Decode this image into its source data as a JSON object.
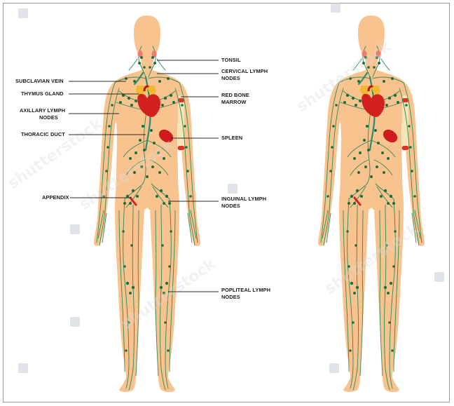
{
  "labels": {
    "tonsil": "TONSIL",
    "cervical": [
      "CERVICAL LYMPH",
      "NODES"
    ],
    "subclavian": "SUBCLAVIAN VEIN",
    "thymus": "THYMUS GLAND",
    "red_bone": [
      "RED BONE",
      "MARROW"
    ],
    "axillary": [
      "AXILLARY LYMPH",
      "NODES"
    ],
    "thoracic": "THORACIC DUCT",
    "spleen": "SPLEEN",
    "appendix": "APPENDIX",
    "inguinal": [
      "INGUINAL LYMPH",
      "NODES"
    ],
    "popliteal": [
      "POPLITEAL LYMPH",
      "NODES"
    ]
  },
  "watermark": "shutterstock",
  "colors": {
    "skin": "#f9c38f",
    "vessel": "#2f8a55",
    "node": "#1f6e3c",
    "heart": "#d21f1f",
    "spleen": "#cf1b1b",
    "tonsil": "#f07a6e",
    "bone": "#f3e6b8",
    "thymus": "#f2b830"
  }
}
